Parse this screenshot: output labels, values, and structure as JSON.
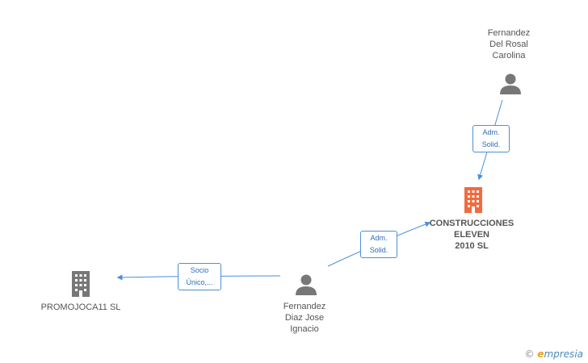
{
  "nodes": {
    "person_carolina": {
      "label_lines": [
        "Fernandez",
        "Del Rosal",
        "Carolina"
      ]
    },
    "company_construcciones": {
      "label_lines": [
        "CONSTRUCCIONES",
        "ELEVEN",
        "2010 SL"
      ]
    },
    "person_jose": {
      "label_lines": [
        "Fernandez",
        "Diaz Jose",
        "Ignacio"
      ]
    },
    "company_promojoca": {
      "label_lines": [
        "PROMOJOCA11 SL"
      ]
    }
  },
  "edges": {
    "carolina_to_construcciones": {
      "label_lines": [
        "Adm.",
        "Solid."
      ]
    },
    "jose_to_construcciones": {
      "label_lines": [
        "Adm.",
        "Solid."
      ]
    },
    "jose_to_promojoca": {
      "label_lines": [
        "Socio",
        "Único,..."
      ]
    }
  },
  "colors": {
    "edge": "#4a90d9",
    "person_icon": "#777777",
    "company_main": "#f26a3d",
    "company_other": "#777777"
  },
  "brand": {
    "copyright": "©",
    "e": "e",
    "rest": "mpresia"
  }
}
